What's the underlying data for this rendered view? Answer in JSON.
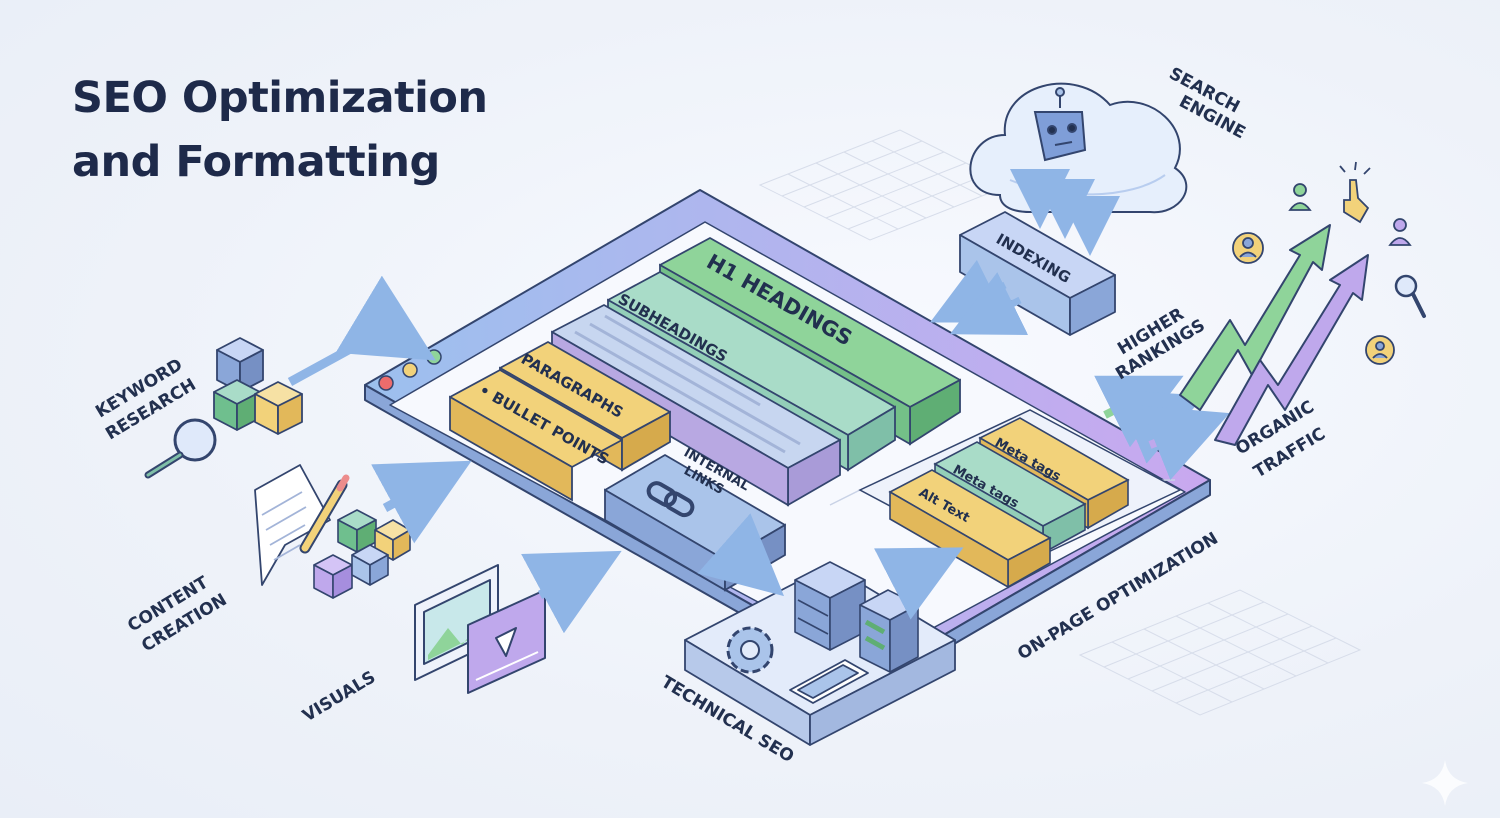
{
  "title": {
    "line1": "SEO Optimization",
    "line2": "and Formatting"
  },
  "labels": {
    "search_engine": [
      "SEARCH",
      "ENGINE"
    ],
    "indexing": "INDEXING",
    "keyword_research": [
      "KEYWORD",
      "RESEARCH"
    ],
    "content_creation": [
      "CONTENT",
      "CREATION"
    ],
    "visuals": "VISUALS",
    "technical_seo": "TECHNICAL SEO",
    "on_page_optimization": "ON-PAGE OPTIMIZATION",
    "higher_rankings": [
      "HIGHER",
      "RANKINGS"
    ],
    "organic_traffic": [
      "ORGANIC",
      "TRAFFIC"
    ]
  },
  "blocks": {
    "h1": "H1 HEADINGS",
    "subheadings": "SUBHEADINGS",
    "paragraphs": "PARAGRAPHS",
    "bullet_points": "• BULLET POINTS",
    "internal_links": [
      "INTERNAL",
      "LINKS"
    ],
    "meta_tags_1": "Meta tags",
    "meta_tags_2": "Meta tags",
    "alt_text": "Alt Text"
  },
  "colors": {
    "green": "#8fd49a",
    "teal": "#a9dcc8",
    "blue": "#aac4ea",
    "yellow": "#f2d27a",
    "purple": "#bfa8ec",
    "navy": "#22304f"
  }
}
